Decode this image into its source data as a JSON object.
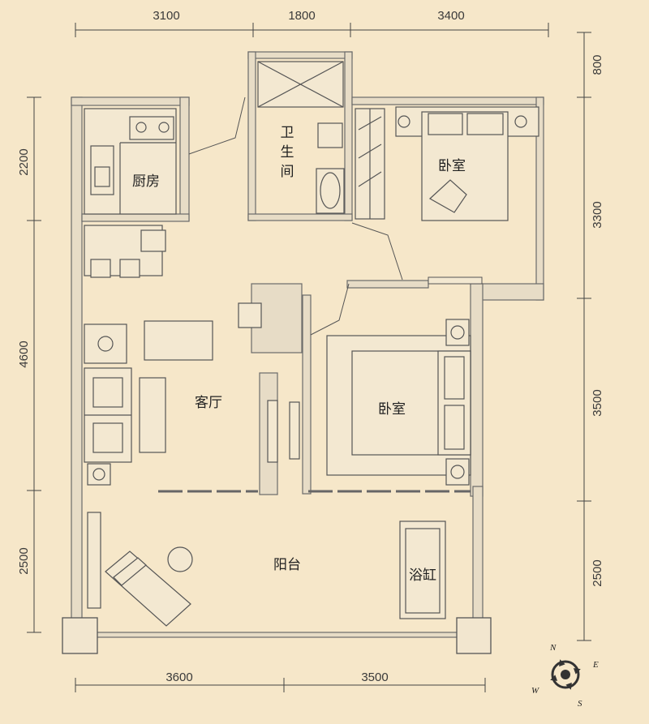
{
  "dimensions": {
    "top": [
      "3100",
      "1800",
      "3400"
    ],
    "bottom": [
      "3600",
      "3500"
    ],
    "left": [
      "2200",
      "4600",
      "2500"
    ],
    "right": [
      "800",
      "3300",
      "3500",
      "2500"
    ]
  },
  "rooms": {
    "kitchen": "厨房",
    "bathroom": [
      "卫",
      "生",
      "间"
    ],
    "bedroom_north": "卧室",
    "bedroom_south": "卧室",
    "living_room": "客厅",
    "balcony": "阳台",
    "bathtub": "浴缸"
  },
  "compass": {
    "n": "N",
    "e": "E",
    "s": "S",
    "w": "W"
  },
  "colors": {
    "background": "#f6e7c9",
    "wall": "#6a6a6a",
    "furniture": "#555555",
    "wall_fill": "#e7dcc6"
  }
}
